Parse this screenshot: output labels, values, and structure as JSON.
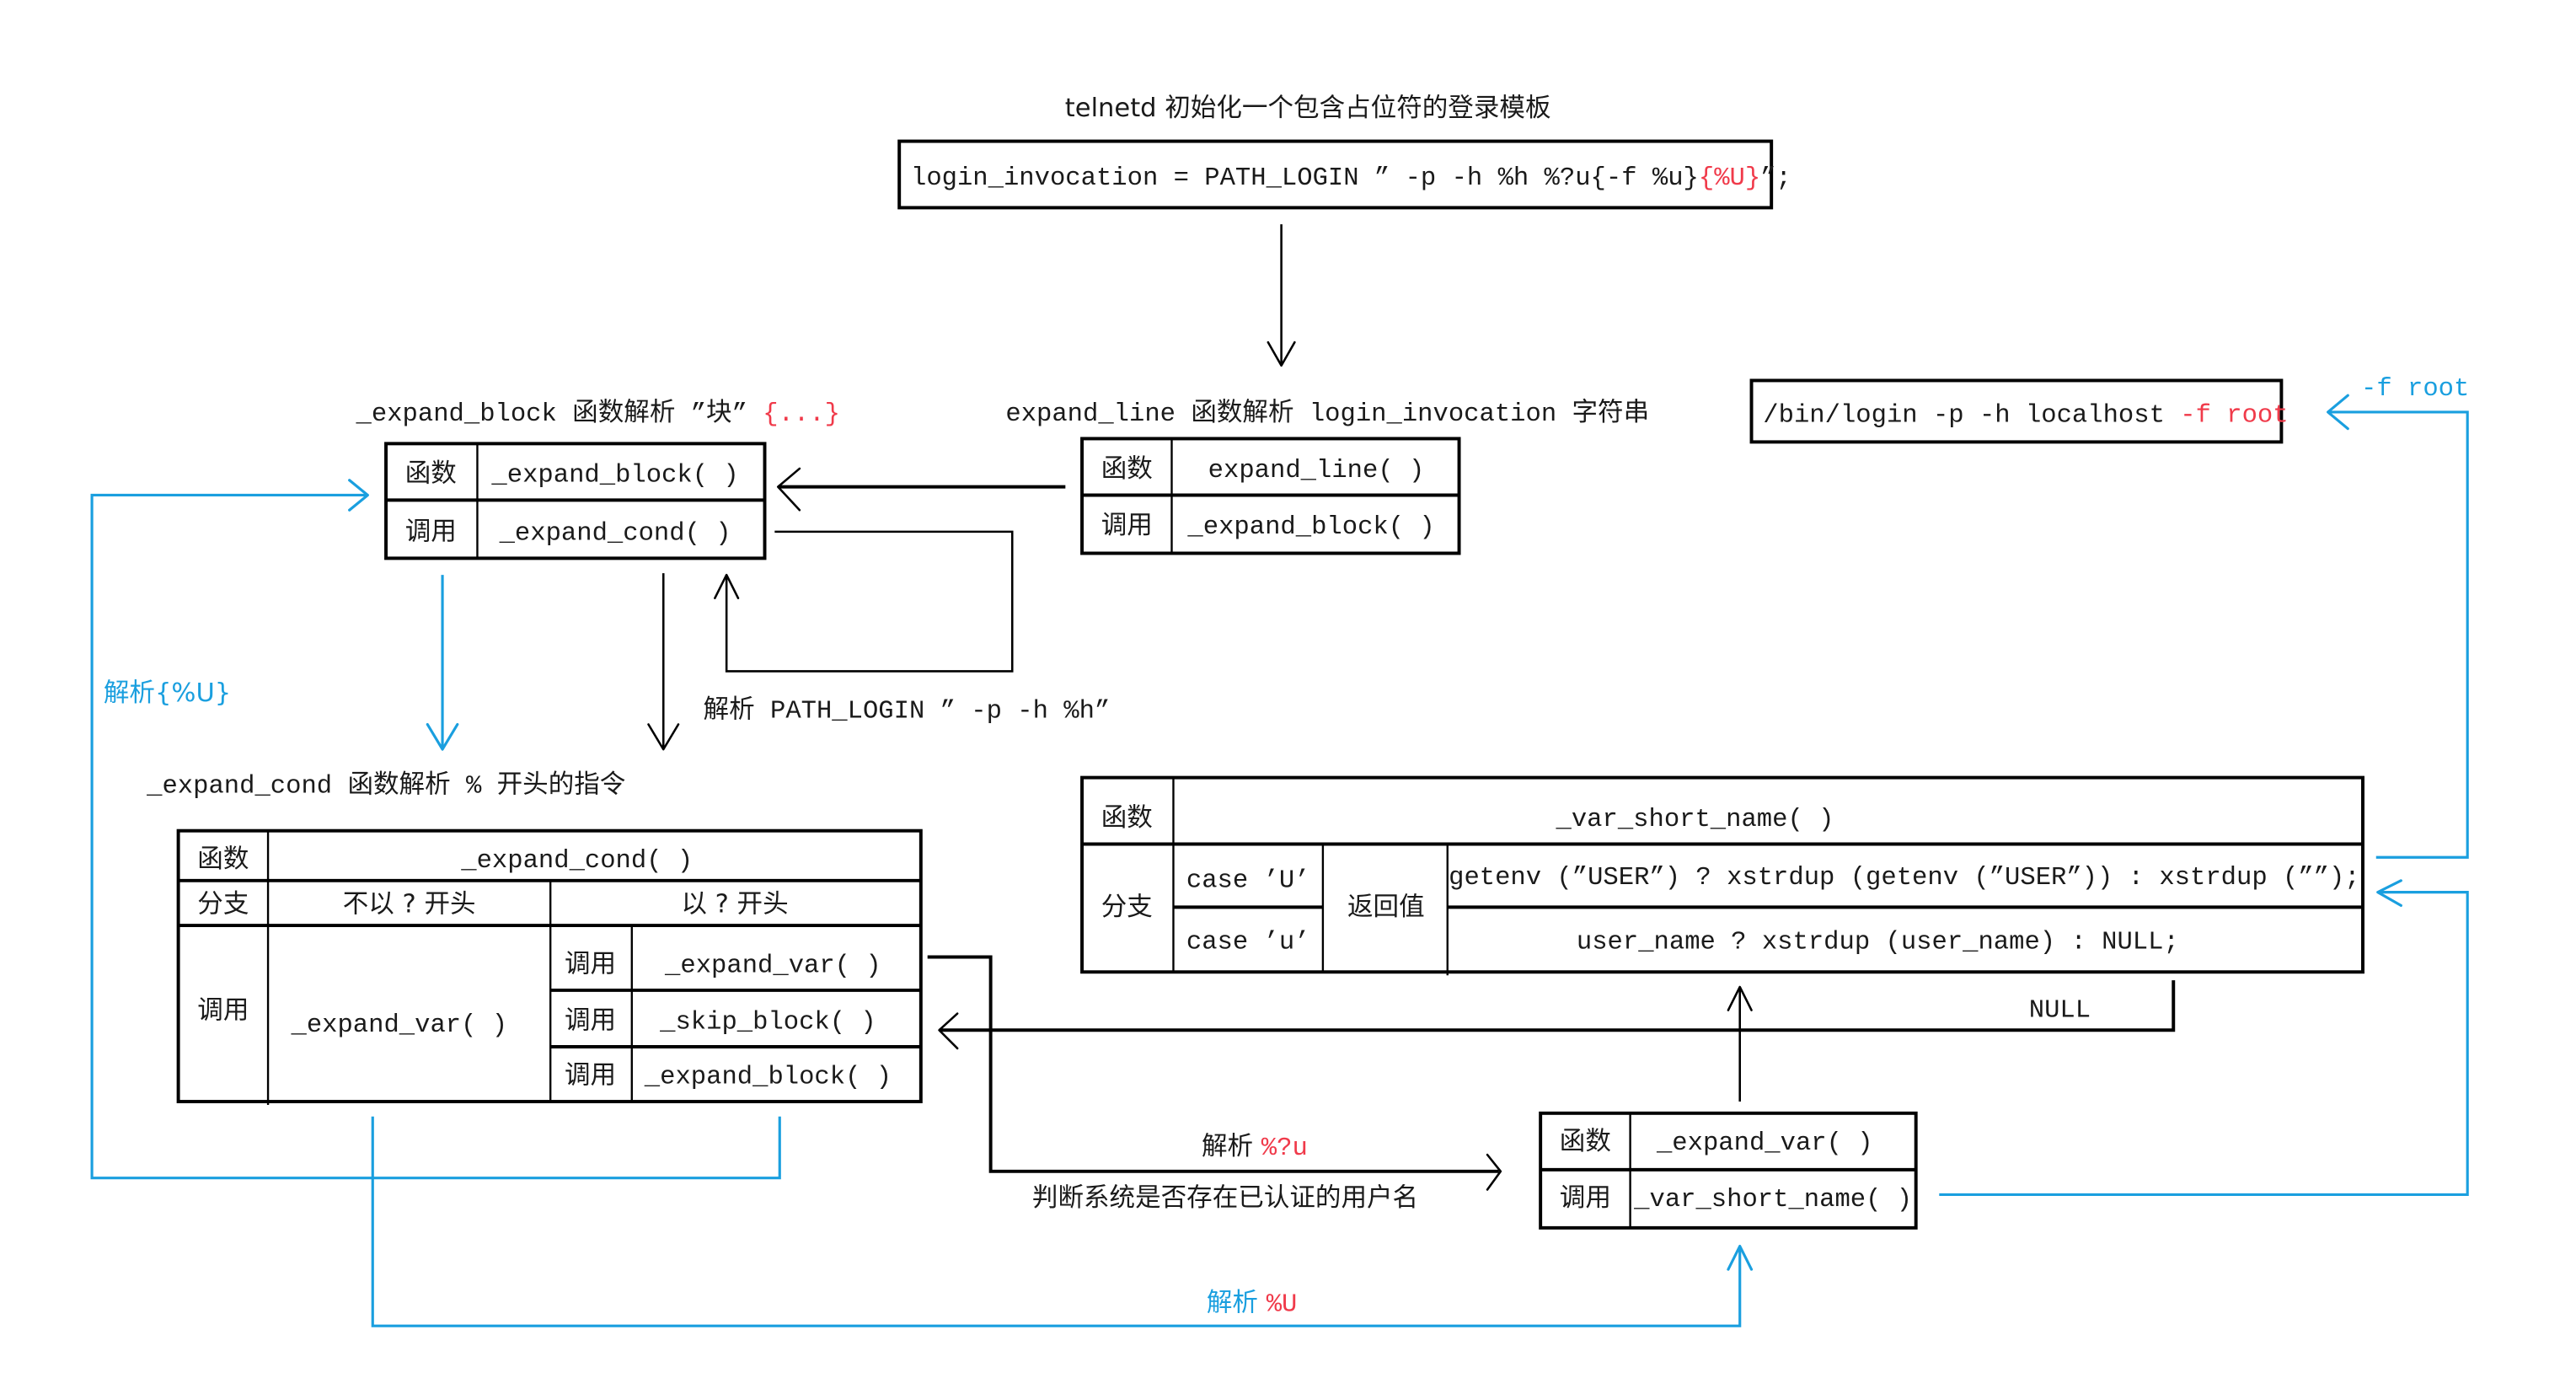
{
  "colors": {
    "highlight_red": "#f03a4a",
    "flow_blue": "#1a9fdf",
    "line_black": "#000000"
  },
  "top": {
    "title": "telnetd 初始化一个包含占位符的登录模板",
    "template_prefix": "login_invocation = PATH_LOGIN ” -p -h %h %?u{-f %u}",
    "template_highlight": "{%U}",
    "template_suffix": "”;"
  },
  "result_box": {
    "prefix": "/bin/login -p -h localhost ",
    "highlight": "-f root"
  },
  "labels": {
    "expand_block_caption_prefix": "_expand_block 函数解析 ”块” ",
    "expand_block_caption_highlight": "{...}",
    "expand_line_caption": "expand_line 函数解析 login_invocation 字符串",
    "expand_cond_caption": "_expand_cond 函数解析 % 开头的指令",
    "parse_U_braced": "解析{%U}",
    "parse_path_login": "解析 PATH_LOGIN ” -p -h %h”",
    "parse_qu_prefix": "解析 ",
    "parse_qu_highlight": "%?u",
    "check_user": "判断系统是否存在已认证的用户名",
    "parse_U_prefix": "解析 ",
    "parse_U_highlight": "%U",
    "null_label": "NULL",
    "f_root_label": "-f root"
  },
  "tables": {
    "expand_line": {
      "rows": [
        {
          "key": "函数",
          "value": "expand_line( )"
        },
        {
          "key": "调用",
          "value": "_expand_block( )"
        }
      ]
    },
    "expand_block": {
      "rows": [
        {
          "key": "函数",
          "value": "_expand_block( )"
        },
        {
          "key": "调用",
          "value": "_expand_cond( )"
        }
      ]
    },
    "expand_cond": {
      "func_key": "函数",
      "func_value": "_expand_cond( )",
      "branch_key": "分支",
      "branch_not_q": "不以 ? 开头",
      "branch_q": "以 ? 开头",
      "call_key": "调用",
      "not_q_call": "_expand_var( )",
      "q_calls": [
        {
          "key": "调用",
          "value": "_expand_var( )"
        },
        {
          "key": "调用",
          "value": "_skip_block( )"
        },
        {
          "key": "调用",
          "value": "_expand_block( )"
        }
      ]
    },
    "expand_var": {
      "rows": [
        {
          "key": "函数",
          "value": "_expand_var( )"
        },
        {
          "key": "调用",
          "value": "_var_short_name( )"
        }
      ]
    },
    "var_short_name": {
      "func_key": "函数",
      "func_value": "_var_short_name( )",
      "branch_key": "分支",
      "return_key": "返回值",
      "cases": [
        {
          "case": "case ’U’",
          "returns": "getenv (”USER”) ? xstrdup (getenv (”USER”)) : xstrdup (””);"
        },
        {
          "case": "case ’u’",
          "returns": "user_name ? xstrdup (user_name) : NULL;"
        }
      ]
    }
  }
}
